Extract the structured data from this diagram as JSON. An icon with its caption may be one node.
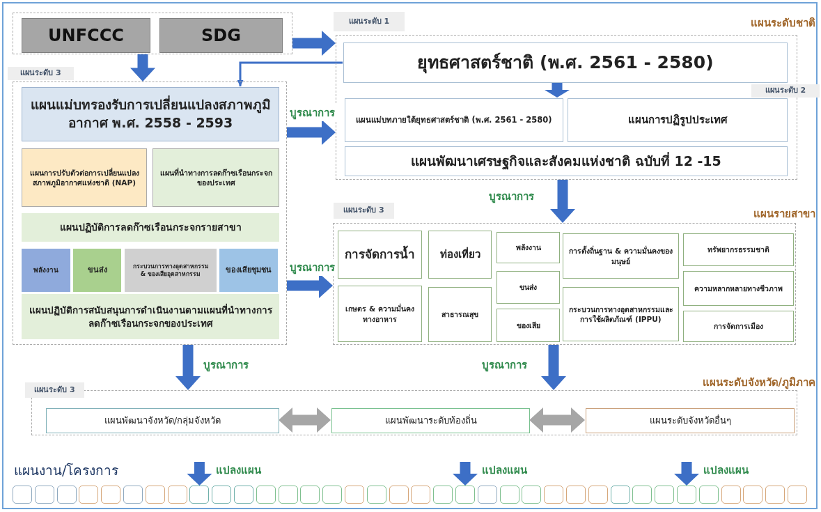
{
  "diagram": {
    "nodes": [
      {
        "text": [],
        "shape": "box"
      },
      {
        "text": [
          "UNFCCC"
        ],
        "in": 0
      },
      {
        "text": [
          "SDG"
        ],
        "in": 0
      },
      {
        "text": [
          "แผนระดับ 3"
        ]
      },
      {
        "text": [
          "แผนแม่บทรองรับการเปลี่ยนแปลงสภาพภูมิอากาศ พ.ศ. 2558 - 2593"
        ],
        "in": 3
      },
      {
        "text": [
          "แผนการปรับตัวต่อการเปลี่ยนแปลงสภาพภูมิอากาศแห่งชาติ (NAP)"
        ],
        "in": 3
      },
      {
        "text": [
          "แผนที่นำทางการลดก๊าซเรือนกระจกของประเทศ"
        ],
        "in": 3
      },
      {
        "text": [
          "แผนปฏิบัติการลดก๊าซเรือนกระจกรายสาขา"
        ],
        "in": 3
      },
      {
        "text": [
          "พลังงาน"
        ],
        "in": 3
      },
      {
        "text": [
          "ขนส่ง"
        ],
        "in": 3
      },
      {
        "text": [
          "กระบวนการทางอุตสาหกรรม & ของเสียอุตสาหกรรม"
        ],
        "in": 3
      },
      {
        "text": [
          "ของเสียชุมชน"
        ],
        "in": 3
      },
      {
        "text": [
          "แผนปฏิบัติการสนับสนุนการดำเนินงานตามแผนที่นำทางการลดก๊าซเรือนกระจกของประเทศ"
        ],
        "in": 3
      },
      {
        "text": [
          "แผนระดับ 1",
          "แผนระดับชาติ",
          "แผนระดับ 2"
        ]
      },
      {
        "text": [
          "ยุทธศาสตร์ชาติ (พ.ศ. 2561 - 2580)"
        ],
        "in": 13
      },
      {
        "text": [
          "แผนแม่บทภายใต้ยุทธศาสตร์ชาติ (พ.ศ. 2561 - 2580)"
        ],
        "in": 13
      },
      {
        "text": [
          "แผนการปฏิรูปประเทศ"
        ],
        "in": 13
      },
      {
        "text": [
          "แผนพัฒนาเศรษฐกิจและสังคมแห่งชาติ ฉบับที่ 12 -15"
        ],
        "in": 13
      },
      {
        "text": [
          "แผนระดับ 3",
          "แผนรายสาขา"
        ]
      },
      {
        "text": [
          "การจัดการน้ำ"
        ],
        "in": 18
      },
      {
        "text": [
          "ท่องเที่ยว"
        ],
        "in": 18
      },
      {
        "text": [
          "พลังงาน"
        ],
        "in": 18
      },
      {
        "text": [
          "การตั้งถิ่นฐาน & ความมั่นคงของมนุษย์"
        ],
        "in": 18
      },
      {
        "text": [
          "ทรัพยากรธรรมชาติ"
        ],
        "in": 18
      },
      {
        "text": [
          "ขนส่ง"
        ],
        "in": 18
      },
      {
        "text": [
          "ความหลากหลายทางชีวภาพ"
        ],
        "in": 18
      },
      {
        "text": [
          "เกษตร & ความมั่นคงทางอาหาร"
        ],
        "in": 18
      },
      {
        "text": [
          "สาธารณสุข"
        ],
        "in": 18
      },
      {
        "text": [
          "กระบวนการทางอุตสาหกรรมและการใช้ผลิตภัณฑ์ (IPPU)"
        ],
        "in": 18
      },
      {
        "text": [
          "ของเสีย"
        ],
        "in": 18
      },
      {
        "text": [
          "การจัดการเมือง"
        ],
        "in": 18
      },
      {
        "text": [
          "แผนระดับ 3",
          "แผนระดับจังหวัด/ภูมิภาค"
        ]
      },
      {
        "text": [
          "แผนพัฒนาจังหวัด/กลุ่มจังหวัด"
        ],
        "in": 31
      },
      {
        "text": [
          "แผนพัฒนาระดับท้องถิ่น"
        ],
        "in": 31
      },
      {
        "text": [
          "แผนระดับจังหวัดอื่นๆ"
        ],
        "in": 31
      },
      {
        "text": [],
        "shape": "box"
      },
      {
        "text": [],
        "shape": "box"
      },
      {
        "text": [],
        "shape": "box"
      },
      {
        "text": [],
        "shape": "box"
      },
      {
        "text": [],
        "shape": "box"
      },
      {
        "text": [],
        "shape": "box"
      },
      {
        "text": [],
        "shape": "box"
      },
      {
        "text": [],
        "shape": "box"
      },
      {
        "text": [],
        "shape": "box"
      },
      {
        "text": [],
        "shape": "box"
      },
      {
        "text": [],
        "shape": "box"
      },
      {
        "text": [],
        "shape": "box"
      },
      {
        "text": [],
        "shape": "box"
      },
      {
        "text": [],
        "shape": "box"
      },
      {
        "text": [],
        "shape": "box"
      },
      {
        "text": [],
        "shape": "box"
      },
      {
        "text": [],
        "shape": "box"
      },
      {
        "text": [],
        "shape": "box"
      },
      {
        "text": [],
        "shape": "box"
      },
      {
        "text": [],
        "shape": "box"
      },
      {
        "text": [],
        "shape": "box"
      },
      {
        "text": [],
        "shape": "box"
      },
      {
        "text": [],
        "shape": "box"
      },
      {
        "text": [],
        "shape": "box"
      },
      {
        "text": [],
        "shape": "box"
      },
      {
        "text": [],
        "shape": "box"
      },
      {
        "text": [],
        "shape": "box"
      },
      {
        "text": [],
        "shape": "box"
      },
      {
        "text": [],
        "shape": "box"
      },
      {
        "text": [],
        "shape": "box"
      },
      {
        "text": [],
        "shape": "box"
      },
      {
        "text": [],
        "shape": "box"
      },
      {
        "text": [],
        "shape": "box"
      },
      {
        "text": [],
        "shape": "box"
      },
      {
        "text": [],
        "shape": "box"
      },
      {
        "text": [],
        "shape": "box"
      }
    ],
    "edges": [
      {
        "from": 0,
        "to": 13,
        "arrow": "to",
        "style": "thick"
      },
      {
        "from": 0,
        "to": 3,
        "arrow": "to",
        "style": "thick"
      },
      {
        "from": 14,
        "to": 4,
        "arrow": "to"
      },
      {
        "from": 3,
        "to": 13,
        "arrow": "to",
        "style": "thick",
        "label": "บูรณาการ"
      },
      {
        "from": 14,
        "to": 15,
        "arrow": "to",
        "style": "thick"
      },
      {
        "from": 13,
        "to": 18,
        "arrow": "to",
        "style": "thick",
        "label": "บูรณาการ"
      },
      {
        "from": 3,
        "to": 18,
        "arrow": "to",
        "style": "thick",
        "label": "บูรณาการ"
      },
      {
        "from": 3,
        "to": 31,
        "arrow": "to",
        "style": "thick",
        "label": "บูรณาการ"
      },
      {
        "from": 18,
        "to": 31,
        "arrow": "to",
        "style": "thick",
        "label": "บูรณาการ"
      },
      {
        "from": 32,
        "to": 33,
        "arrow": "both",
        "style": "thick",
        "color": "#a6a6a6"
      },
      {
        "from": 33,
        "to": 34,
        "arrow": "both",
        "style": "thick",
        "color": "#a6a6a6"
      },
      {
        "from": null,
        "to": 43,
        "arrow": "to",
        "style": "thick",
        "label": "แปลงแผน"
      },
      {
        "from": null,
        "to": 55,
        "arrow": "to",
        "style": "thick",
        "label": "แปลงแผน"
      },
      {
        "from": null,
        "to": 65,
        "arrow": "to",
        "style": "thick",
        "label": "แปลงแผน"
      }
    ],
    "labels": [
      "แผนงาน/โครงการ"
    ]
  }
}
